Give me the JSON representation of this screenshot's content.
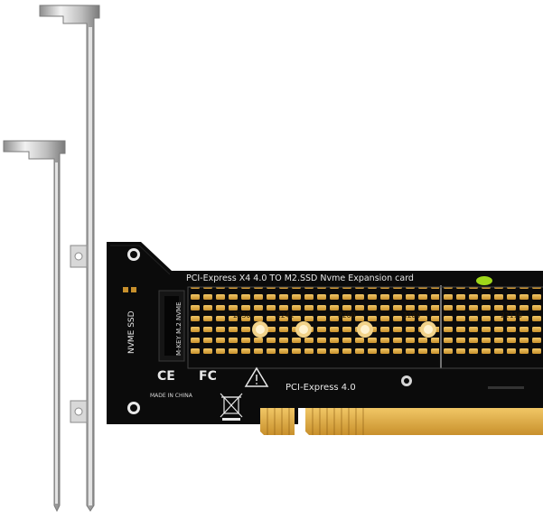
{
  "product": {
    "board_title": "PCI-Express X4 4.0 TO   M2.SSD Nvme Expansion card",
    "vertical_label": "NVME SSD",
    "slot_label": "M-KEY M.2 NVME",
    "size_labels": [
      "2230",
      "2242",
      "2260",
      "2280",
      "22110"
    ],
    "bottom_label": "PCI-Express 4.0",
    "made_in": "MADE IN CHINA",
    "ce_mark": "CE",
    "fc_mark": "FC"
  },
  "colors": {
    "pcb": "#0b0b0b",
    "gold": "#d9a441",
    "bracket": "#c9c9c9",
    "led": "#9fd81a"
  }
}
